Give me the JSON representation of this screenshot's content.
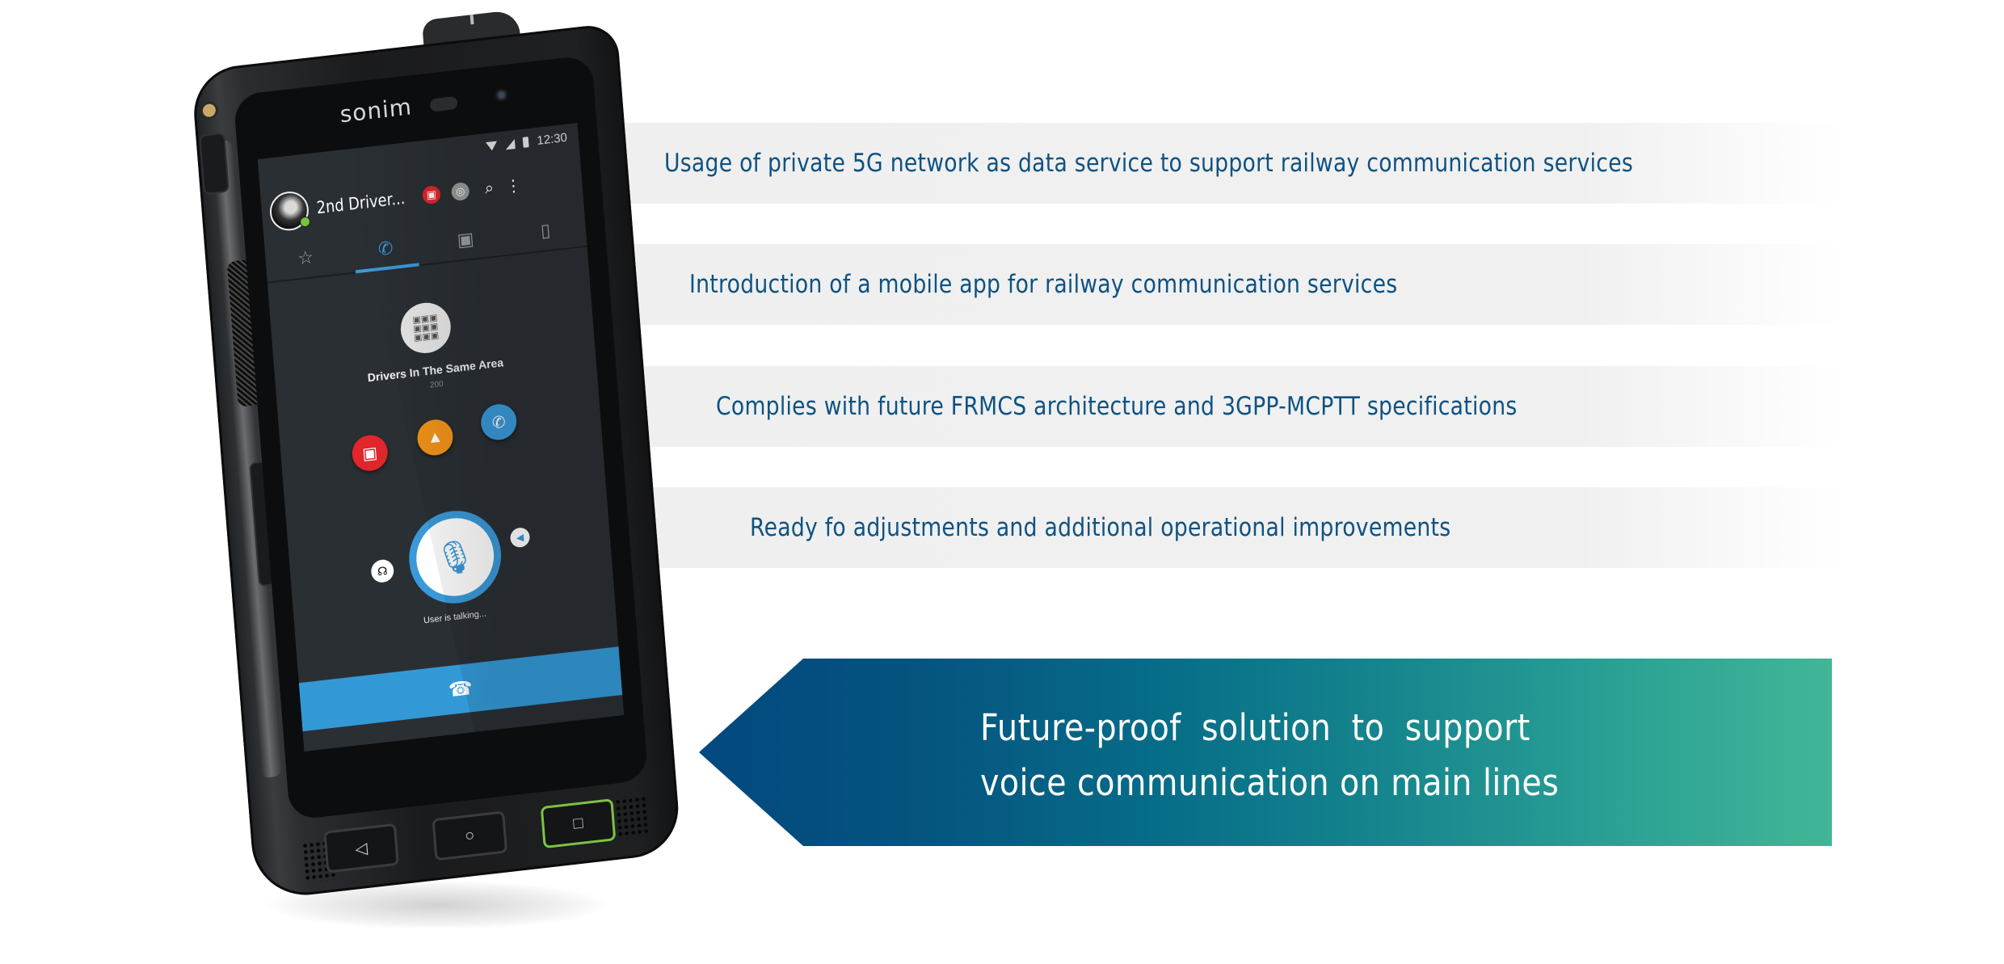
{
  "features": [
    {
      "text": "Usage of private 5G network as data service to support railway communication services"
    },
    {
      "text": "Introduction of a mobile app for railway communication services"
    },
    {
      "text": "Complies with future FRMCS architecture and 3GPP-MCPTT specifications"
    },
    {
      "text": "Ready fo adjustments and additional operational improvements"
    }
  ],
  "banner": {
    "line1": "Future-proof solution to support",
    "line2": "voice communication on main lines",
    "gradient_start": "#02497f",
    "gradient_end": "#41b696"
  },
  "phone": {
    "brand": "sonim",
    "status_bar": {
      "time": "12:30"
    },
    "header": {
      "title": "2nd Driver..."
    },
    "tabs": [
      {
        "name": "favorites",
        "glyph": "☆"
      },
      {
        "name": "calls",
        "glyph": "✆"
      },
      {
        "name": "contacts",
        "glyph": "▣"
      },
      {
        "name": "sim",
        "glyph": "▯"
      }
    ],
    "group": {
      "name": "Drivers In The Same Area",
      "count": "200"
    },
    "actions": {
      "emergency_color": "#e0252b",
      "alert_color": "#f39419",
      "call_color": "#3a9ad9"
    },
    "ptt_status": "User is talking...",
    "accent": "#3399d6"
  },
  "colors": {
    "feature_text": "#0e5282",
    "feature_bar": "#f0f0f0"
  }
}
